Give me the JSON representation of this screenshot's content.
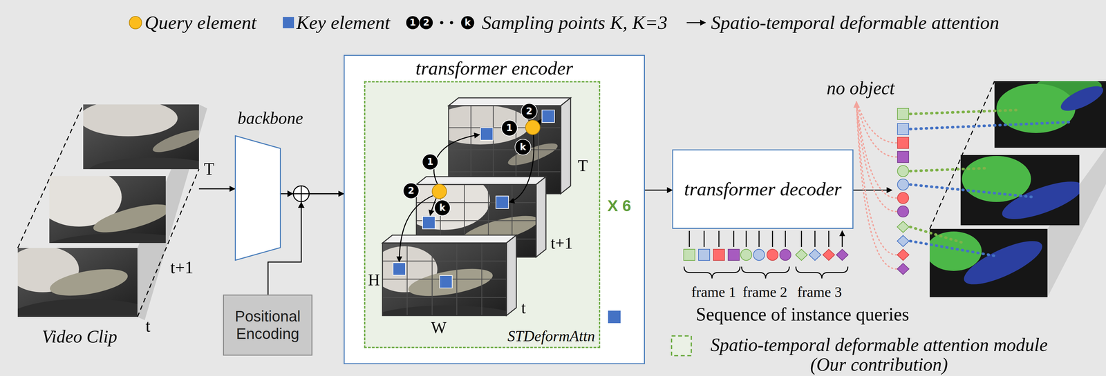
{
  "diagram": {
    "nodes": [
      {
        "text": [
          "Video Clip"
        ]
      },
      {
        "text": [
          "backbone"
        ]
      },
      {
        "text": [
          "Positional Encoding"
        ]
      },
      {
        "text": [
          "transformer encoder"
        ]
      },
      {
        "text": [
          "X 6",
          "STDeformAttn"
        ],
        "in": 3
      },
      {
        "text": [
          "transformer decoder"
        ]
      }
    ],
    "edges": [
      {
        "from": 0,
        "to": 1,
        "arrow": "to"
      },
      {
        "from": 1,
        "to": 3,
        "arrow": "to"
      },
      {
        "from": 2,
        "to": 3,
        "arrow": "to"
      },
      {
        "from": 3,
        "to": 5,
        "arrow": "to"
      }
    ],
    "labels": [
      "1",
      "2",
      "k",
      "T",
      "t+1",
      "t",
      "2",
      "1",
      "k",
      "1",
      "2",
      "k",
      "T",
      "t+1",
      "t",
      "H",
      "W",
      "no object",
      "frame 1",
      "frame 2",
      "frame 3",
      "Sequence of instance queries"
    ],
    "legend": [
      {
        "text": "Query element",
        "color": "#fbbc1c"
      },
      {
        "text": "Key element",
        "color": "#4472c4"
      },
      {
        "text": "Sampling points K, K=3"
      },
      {
        "text": "Spatio-temporal deformable attention"
      },
      {
        "text": "Spatio-temporal deformable attention module (Our contribution)"
      }
    ]
  }
}
